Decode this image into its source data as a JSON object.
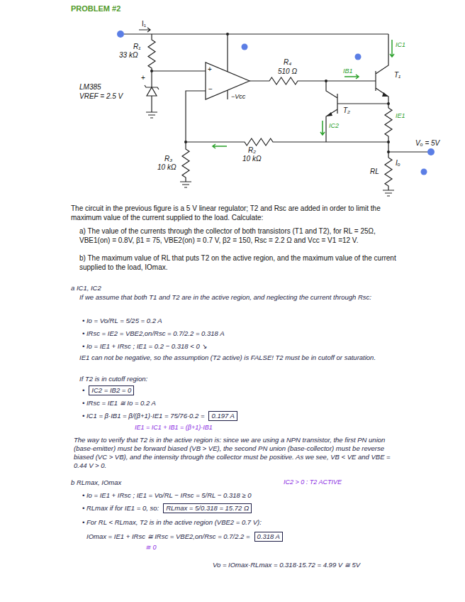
{
  "diagram": {
    "title": "PROBLEM #2",
    "nodes": [
      {
        "text": [
          "IC2 = IB2 = 0"
        ]
      },
      {
        "text": [
          "0.197 A"
        ]
      },
      {
        "text": [
          "RLmax = 5/0.318 = 15.72 Ω"
        ]
      },
      {
        "text": [
          "0.318 A"
        ]
      }
    ],
    "labels": [
      "I₁",
      "R₁",
      "33 kΩ",
      "LM385",
      "VREF = 2.5 V",
      "+",
      "+",
      "−",
      "−Vcc",
      "R₄",
      "510 Ω",
      "T₁",
      "T₂",
      "R₂",
      "10 kΩ",
      "R₃",
      "10 kΩ",
      "Iₒ",
      "RL",
      "Vₒ = 5V",
      "IC1",
      "IB1",
      "IC2",
      "IE1",
      "The circuit in the previous figure is a 5 V linear regulator; T2 and Rsc are added in order to limit the maximum value of the current supplied to the load. Calculate:",
      "a) The value of the currents through the collector of both transistors (T1 and T2), for RL = 25Ω, VBE1(on) = 0.8V, β1 = 75, VBE2(on) = 0.7 V, β2 = 150, Rsc = 2.2 Ω and Vcc = V1 =12 V.",
      "b) The maximum value of RL that puts T2 on the active region, and the maximum value of the current supplied to the load, IOmax.",
      "a  IC1, IC2",
      "If we assume that both T1 and T2 are in the active region, and neglecting the current through Rsc:",
      "• Io = Vo/RL = 5/25 = 0.2 A",
      "• IRsc = IE2 = VBE2,on/Rsc = 0.7/2.2 = 0.318 A",
      "• Io = IE1 + IRsc ; IE1 = 0.2 − 0.318 < 0 ↘",
      "IE1 can not be negative, so the assumption (T2 active) is FALSE! T2 must be in cutoff or saturation.",
      "If T2 is in cutoff region:",
      "•",
      "• IRsc = IE1 ≅ Io = 0.2 A",
      "• IC1 = β·IB1 = β/(β+1)·IE1 = 75/76·0.2 =",
      "IE1 = IC1 + IB1 = (β+1)·IB1",
      "The way to verify that T2 is in the active region is: since we are using a NPN transistor, the first PN union (base-emitter) must be forward biased (VB > VE), the second PN union (base-collector) must be reverse biased (VC > VB), and the intensity through the collector must be positive. As we see, VB < VE and VBE = 0.44 V > 0.",
      "b  RLmax, IOmax",
      "IC2 > 0 : T2 ACTIVE",
      "• Io = IE1 + IRsc ; IE1 = Vo/RL − IRsc = 5/RL − 0.318 ≥ 0",
      "• RLmax if for IE1 = 0, so:",
      "• For RL < RLmax, T2 is in the active region (VBE2 = 0.7 V):",
      "IOmax = IE1 + IRsc ≅ IRsc = VBE2,on/Rsc = 0.7/2.2 =",
      "≅ 0",
      "Vo = IOmax·RLmax = 0.318·15.72 = 4.99 V ≅ 5V"
    ]
  }
}
